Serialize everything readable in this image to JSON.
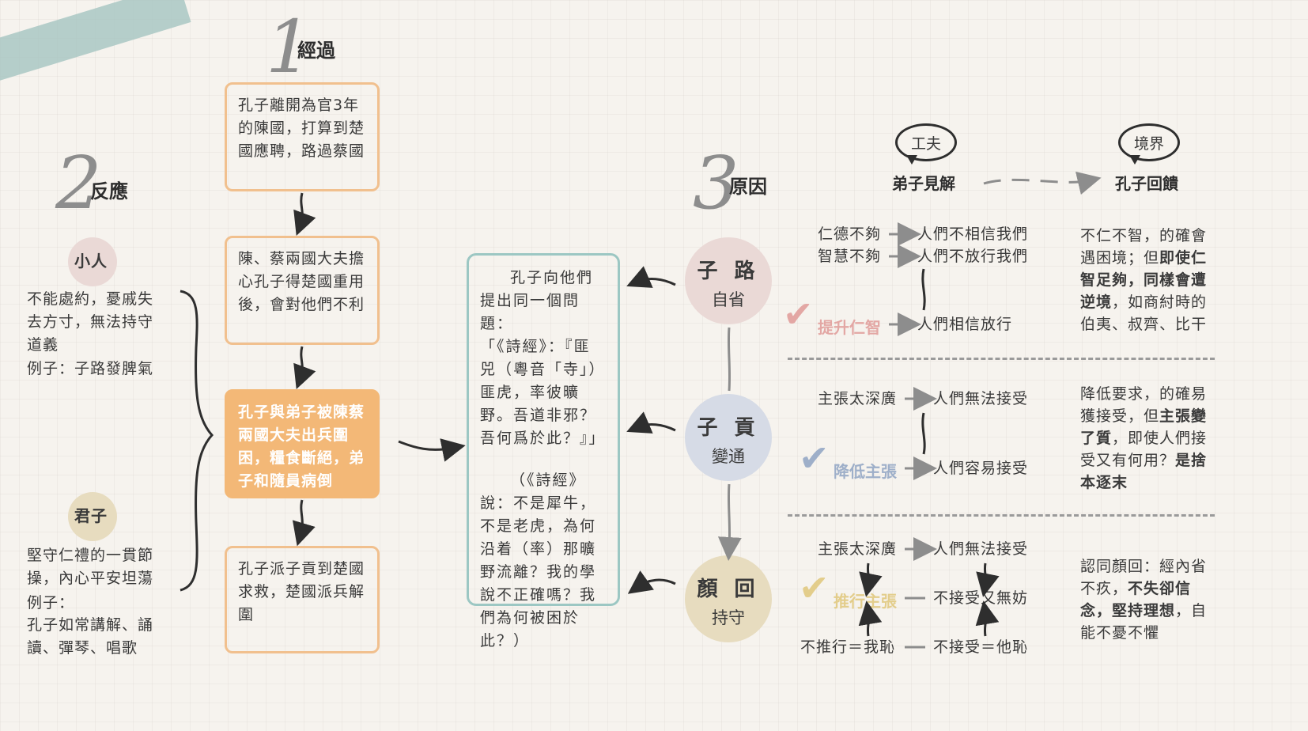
{
  "sections": {
    "s1": {
      "num": "1",
      "title": "經過"
    },
    "s2": {
      "num": "2",
      "title": "反應"
    },
    "s3": {
      "num": "3",
      "title": "原因"
    }
  },
  "flow": [
    "孔子離開為官3年的陳國，打算到楚國應聘，路過蔡國",
    "陳、蔡兩國大夫擔心孔子得楚國重用後，會對他們不利",
    "孔子與弟子被陳蔡兩國大夫出兵圍困，糧食斷絕，弟子和隨員病倒",
    "孔子派子貢到楚國求救，楚國派兵解圍"
  ],
  "reaction": {
    "xiaoren": {
      "label": "小人",
      "desc": "不能處約，憂戚失去方寸，無法持守道義",
      "example": "例子：子路發脾氣"
    },
    "junzi": {
      "label": "君子",
      "desc": "堅守仁禮的一貫節操，內心平安坦蕩",
      "example_label": "例子：",
      "example": "孔子如常講解、誦讀、彈琴、唱歌"
    }
  },
  "quote": {
    "p1": "孔子向他們提出同一個問題：",
    "p2": "「《詩經》：『匪兕（粵音「寺」）匪虎，率彼曠野。吾道非邪？吾何爲於此？』」",
    "p3": "（《詩經》說：不是犀牛，不是老虎，為何沿着（率）那曠野流離？我的學說不正確嗎？我們為何被困於此？）"
  },
  "disciples": [
    {
      "name": "子 路",
      "trait": "自省",
      "color": "#ead9d6"
    },
    {
      "name": "子 貢",
      "trait": "變通",
      "color": "#d6dbe6"
    },
    {
      "name": "顏 回",
      "trait": "持守",
      "color": "#e7dcbf"
    }
  ],
  "bubbles": {
    "left": "工夫",
    "right": "境界"
  },
  "col_heads": {
    "left": "弟子見解",
    "right": "孔子回饋"
  },
  "zilu": {
    "r1a": "仁德不夠",
    "r1b": "人們不相信我們",
    "r2a": "智慧不夠",
    "r2b": "人們不放行我們",
    "kw": "提升仁智",
    "r3b": "人們相信放行",
    "kw_color": "#e3a7a4",
    "feedback_a": "不仁不智，的確會遇困境；但",
    "feedback_b": "即使仁智足夠，同樣會遭逆境",
    "feedback_c": "，如商紂時的伯夷、叔齊、比干"
  },
  "zigong": {
    "r1a": "主張太深廣",
    "r1b": "人們無法接受",
    "kw": "降低主張",
    "r2b": "人們容易接受",
    "kw_color": "#9eafc9",
    "feedback_a": "降低要求，的確易獲接受，但",
    "feedback_b": "主張變了質",
    "feedback_c": "，即使人們接受又有何用？",
    "feedback_d": "是捨本逐末"
  },
  "yanhui": {
    "r1a": "主張太深廣",
    "r1b": "人們無法接受",
    "kw": "推行主張",
    "r2b": "不接受又無妨",
    "r3a": "不推行＝我恥",
    "r3b": "不接受＝他恥",
    "kw_color": "#e3cd8b",
    "feedback_a": "認同顏回：經內省不疚，",
    "feedback_b": "不失卻信念，堅持理想",
    "feedback_c": "，自能不憂不懼"
  }
}
